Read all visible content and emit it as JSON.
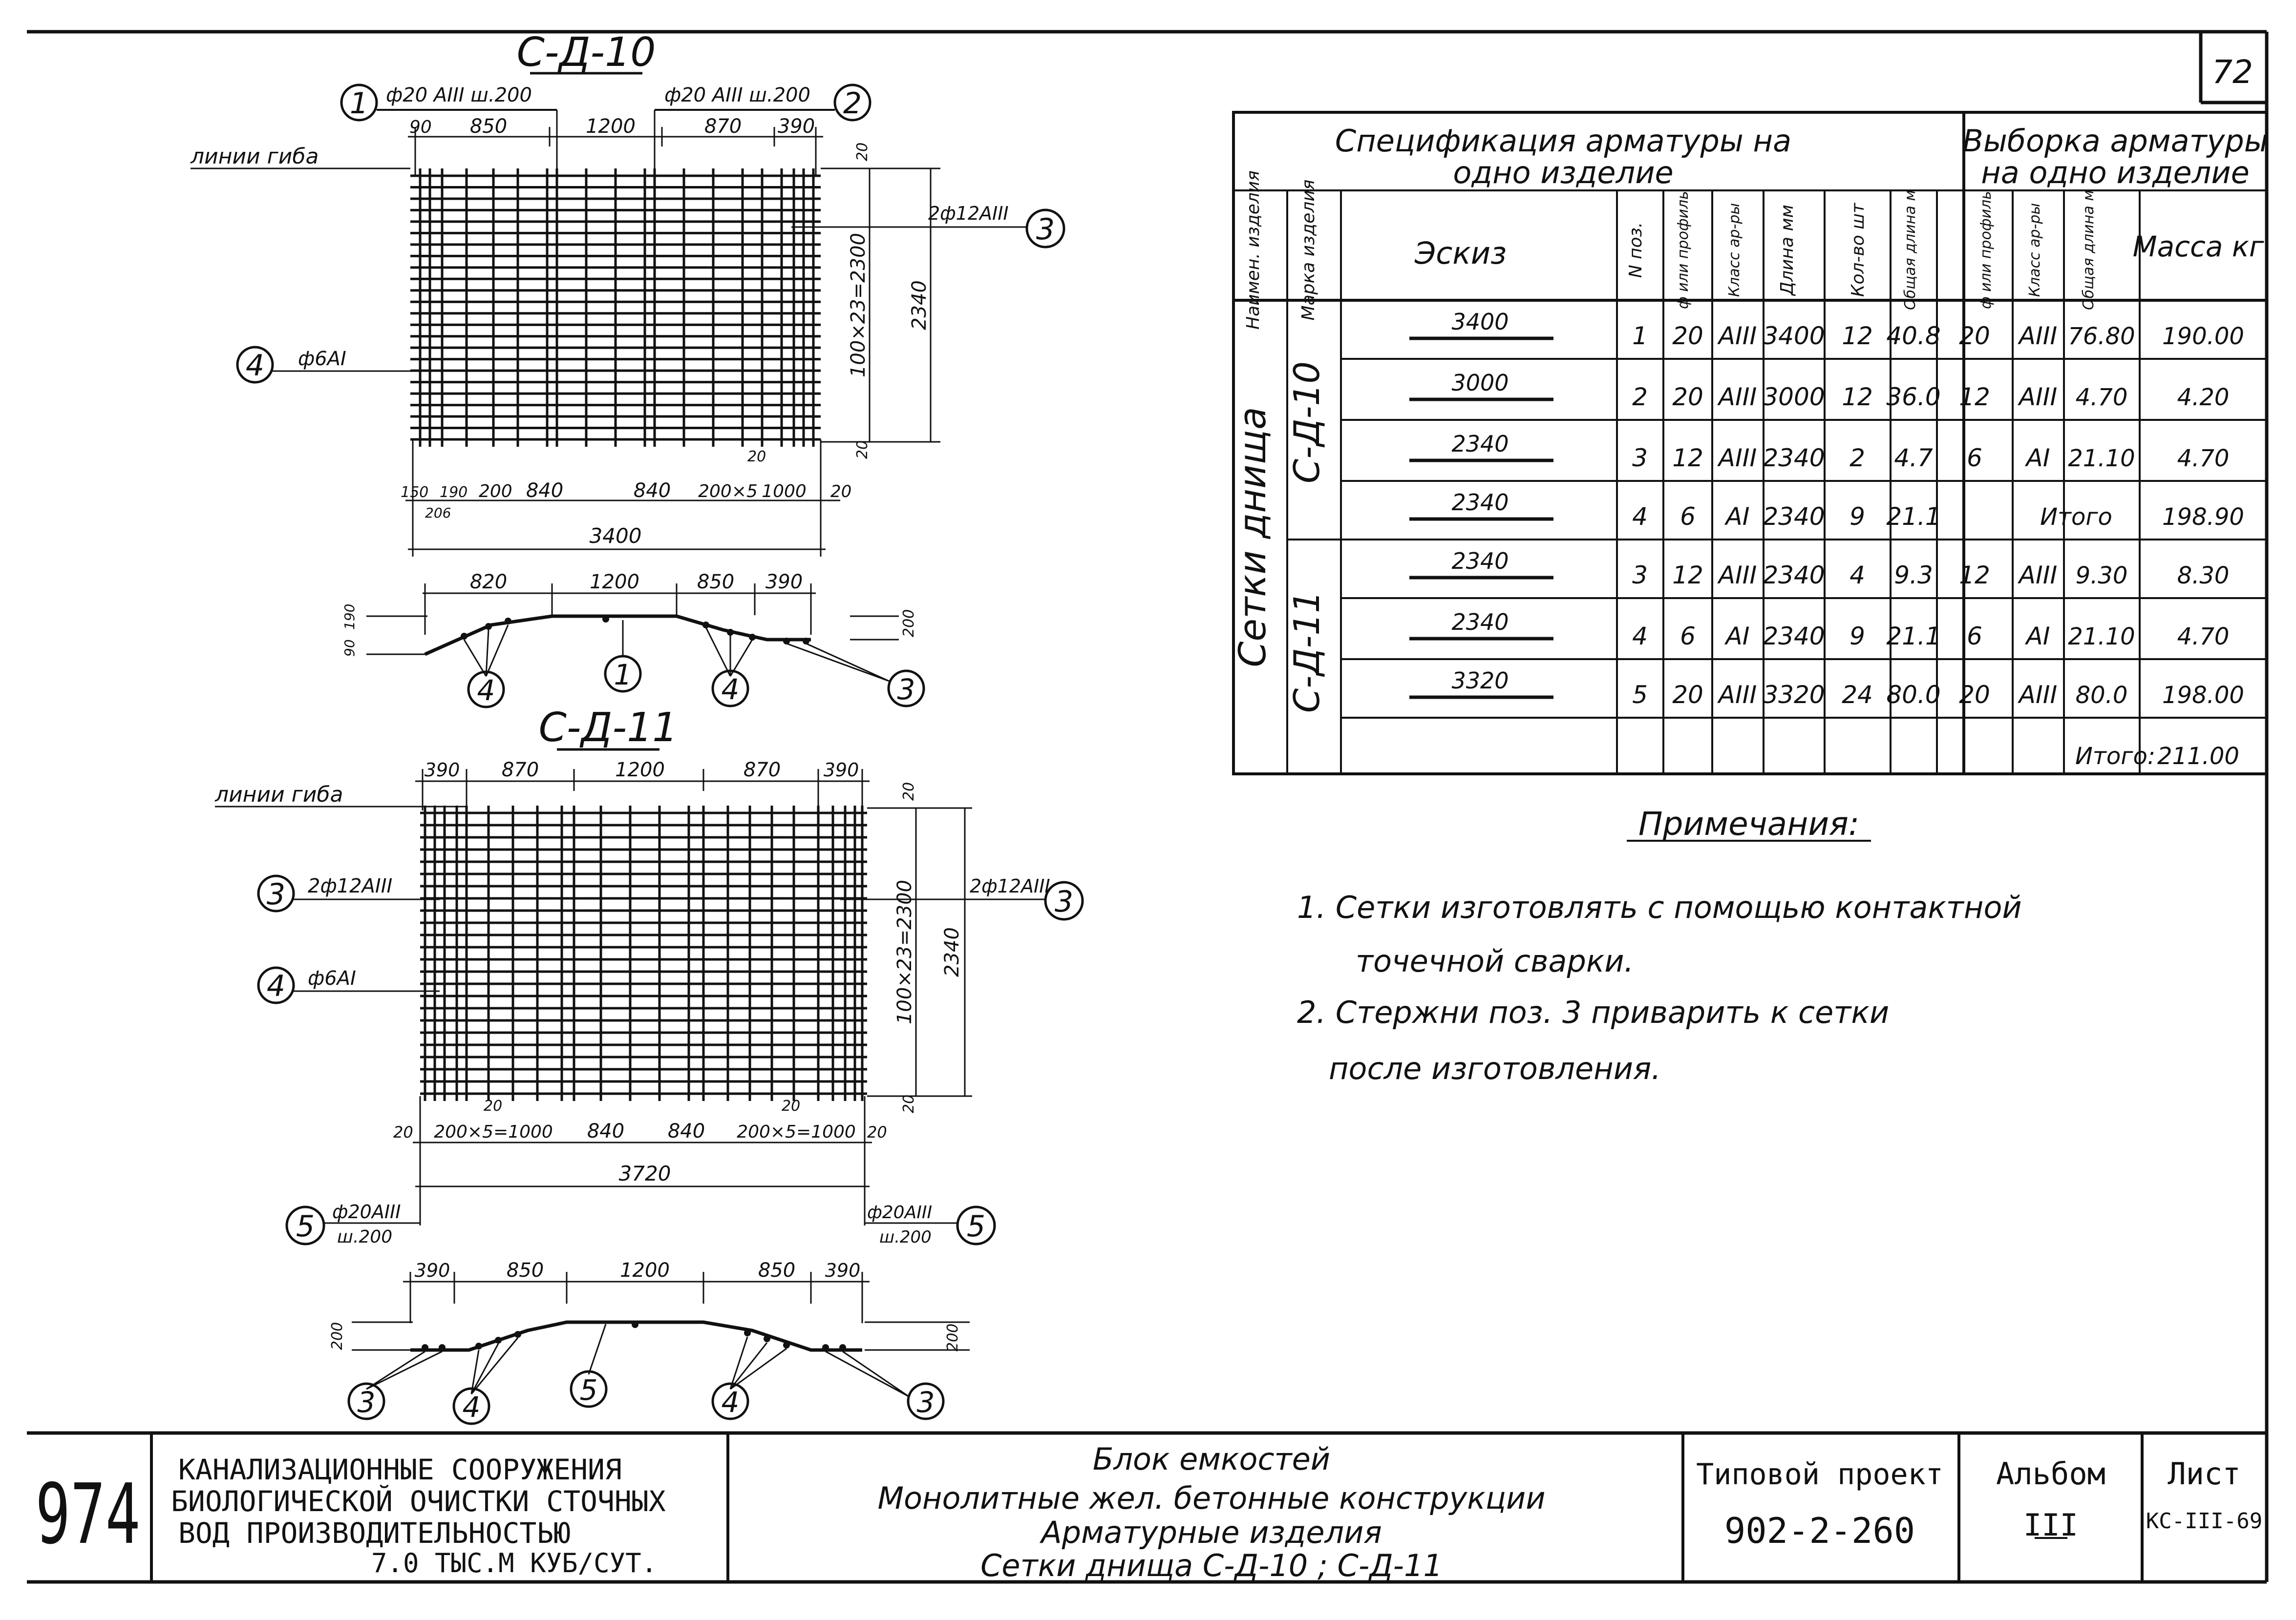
{
  "sheet_number": "72",
  "stamp_left": "974",
  "drawing1": {
    "title": "С-Д-10",
    "bend_label": "линии гиба",
    "callout1": "1",
    "callout1_text": "ф20 АIII ш.200",
    "callout2": "2",
    "callout2_text": "ф20 АIII ш.200",
    "callout3": "3",
    "callout3_text": "2ф12АIII",
    "callout4": "4",
    "callout4_text": "ф6АI",
    "top_dims": [
      "90",
      "850",
      "1200",
      "870",
      "390"
    ],
    "side_dims": [
      "20",
      "100×23=2300",
      "2340",
      "20"
    ],
    "bottom_dims": [
      "150",
      "190",
      "200",
      "840",
      "840",
      "200×5",
      "1000",
      "20"
    ],
    "bottom_small": [
      "206",
      "20"
    ],
    "overall": "3400"
  },
  "section1": {
    "dims": [
      "820",
      "1200",
      "850",
      "390"
    ],
    "left_dims": [
      "90",
      "190"
    ],
    "right_dim": "200",
    "callouts": [
      "4",
      "1",
      "4",
      "3"
    ]
  },
  "drawing2": {
    "title": "С-Д-11",
    "bend_label": "линии гиба",
    "callout3a": "3",
    "callout3a_text": "2ф12АIII",
    "callout3b": "3",
    "callout3b_text": "2ф12АIII",
    "callout4": "4",
    "callout4_text": "ф6АI",
    "callout5a": "5",
    "callout5a_text": "ф20АIII",
    "callout5a_sub": "ш.200",
    "callout5b": "5",
    "callout5b_text": "ф20АIII",
    "callout5b_sub": "ш.200",
    "top_dims": [
      "390",
      "870",
      "1200",
      "870",
      "390"
    ],
    "side_dims": [
      "20",
      "100×23=2300",
      "2340",
      "20"
    ],
    "bottom_dims": [
      "20",
      "200×5=1000",
      "840",
      "840",
      "200×5=1000",
      "20"
    ],
    "inner_small": [
      "20",
      "20"
    ],
    "overall": "3720"
  },
  "section2": {
    "dims": [
      "390",
      "850",
      "1200",
      "850",
      "390"
    ],
    "left_dim": "200",
    "right_dim": "200",
    "callouts": [
      "3",
      "4",
      "5",
      "4",
      "3"
    ]
  },
  "table": {
    "spec_title_1": "Спецификация арматуры на",
    "spec_title_2": "одно изделие",
    "sel_title_1": "Выборка арматуры",
    "sel_title_2": "на одно изделие",
    "col_name": "Наимен. изделия",
    "col_mark": "Марка изделия",
    "col_sketch": "Эскиз",
    "col_pos": "N поз.",
    "col_dia": "ф или профиль",
    "col_class": "Класс ар-ры",
    "col_len": "Длина мм",
    "col_qty": "Кол-во шт",
    "col_total": "Общая длина м",
    "col_dia2": "ф или профиль",
    "col_class2": "Класс ар-ры",
    "col_total2": "Общая длина м",
    "col_mass": "Масса кг",
    "group_label": "Сетки днища",
    "mark_1": "С-Д-10",
    "mark_2": "С-Д-11",
    "rows": [
      {
        "sketch": "3400",
        "pos": "1",
        "dia": "20",
        "cls": "АIII",
        "len": "3400",
        "qty": "12",
        "tot": "40.8",
        "d2": "20",
        "c2": "АIII",
        "t2": "76.80",
        "mass": "190.00"
      },
      {
        "sketch": "3000",
        "pos": "2",
        "dia": "20",
        "cls": "АIII",
        "len": "3000",
        "qty": "12",
        "tot": "36.0",
        "d2": "12",
        "c2": "АIII",
        "t2": "4.70",
        "mass": "4.20"
      },
      {
        "sketch": "2340",
        "pos": "3",
        "dia": "12",
        "cls": "АIII",
        "len": "2340",
        "qty": "2",
        "tot": "4.7",
        "d2": "6",
        "c2": "АI",
        "t2": "21.10",
        "mass": "4.70"
      },
      {
        "sketch": "2340",
        "pos": "4",
        "dia": "6",
        "cls": "АI",
        "len": "2340",
        "qty": "9",
        "tot": "21.1",
        "d2": "",
        "c2": "",
        "t2": "Итого",
        "mass": "198.90"
      },
      {
        "sketch": "2340",
        "pos": "3",
        "dia": "12",
        "cls": "АIII",
        "len": "2340",
        "qty": "4",
        "tot": "9.3",
        "d2": "12",
        "c2": "АIII",
        "t2": "9.30",
        "mass": "8.30"
      },
      {
        "sketch": "2340",
        "pos": "4",
        "dia": "6",
        "cls": "АI",
        "len": "2340",
        "qty": "9",
        "tot": "21.1",
        "d2": "6",
        "c2": "АI",
        "t2": "21.10",
        "mass": "4.70"
      },
      {
        "sketch": "3320",
        "pos": "5",
        "dia": "20",
        "cls": "АIII",
        "len": "3320",
        "qty": "24",
        "tot": "80.0",
        "d2": "20",
        "c2": "АIII",
        "t2": "80.0",
        "mass": "198.00"
      }
    ],
    "total_label": "Итого:",
    "total_value": "211.00"
  },
  "notes": {
    "title": "Примечания:",
    "n1a": "1. Сетки изготовлять с помощью контактной",
    "n1b": "точечной сварки.",
    "n2a": "2. Стержни поз. 3 приварить к сетки",
    "n2b": "после изготовления."
  },
  "title_block": {
    "org_1": "КАНАЛИЗАЦИОННЫЕ СООРУЖЕНИЯ",
    "org_2": "БИОЛОГИЧЕСКОЙ ОЧИСТКИ СТОЧНЫХ",
    "org_3": "ВОД ПРОИЗВОДИТЕЛЬНОСТЬЮ",
    "org_4": "7.0 ТЫС.М КУБ/СУТ.",
    "name_1": "Блок емкостей",
    "name_2": "Монолитные жел. бетонные конструкции",
    "name_3": "Арматурные изделия",
    "name_4": "Сетки днища С-Д-10 ; С-Д-11",
    "proj_label": "Типовой проект",
    "proj_value": "902-2-260",
    "album_label": "Альбом",
    "album_value": "III",
    "sheet_label": "Лист",
    "sheet_value": "КС-III-69"
  }
}
